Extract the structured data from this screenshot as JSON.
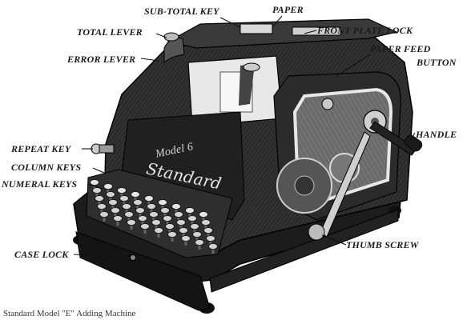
{
  "labels": {
    "sub_total_key": "SUB-TOTAL KEY",
    "paper": "PAPER",
    "total_lever": "TOTAL LEVER",
    "front_plate_lock": "FRONT PLATE LOCK",
    "paper_feed": "PAPER FEED",
    "button": "BUTTON",
    "error_lever": "ERROR LEVER",
    "handle": "HANDLE",
    "repeat_key": "REPEAT KEY",
    "column_keys": "COLUMN KEYS",
    "numeral_keys": "NUMERAL KEYS",
    "thumb_screw": "THUMB SCREW",
    "case_lock": "CASE LOCK"
  },
  "machine_text": {
    "model_line": "Model 6",
    "brand": "Standard"
  },
  "caption": "Standard Model \"E\" Adding Machine"
}
